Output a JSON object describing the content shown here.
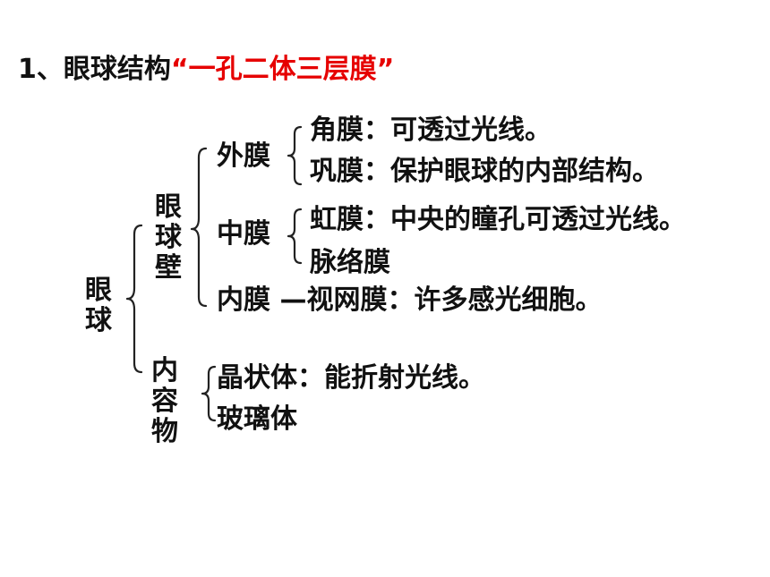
{
  "title": {
    "prefix": "1、眼球结构",
    "highlight": "“一孔二体三层膜”",
    "highlight_color": "#e60000"
  },
  "root": "眼球",
  "wall": {
    "label": "眼球壁",
    "outer": {
      "label": "外膜",
      "items": [
        "角膜：可透过光线。",
        "巩膜：保护眼球的内部结构。"
      ]
    },
    "middle": {
      "label": "中膜",
      "items": [
        "虹膜：中央的瞳孔可透过光线。",
        "脉络膜"
      ]
    },
    "inner": {
      "label": "内膜",
      "desc": "—视网膜：许多感光细胞。"
    }
  },
  "contents": {
    "label": "内容物",
    "items": [
      "晶状体：能折射光线。",
      "玻璃体"
    ]
  }
}
